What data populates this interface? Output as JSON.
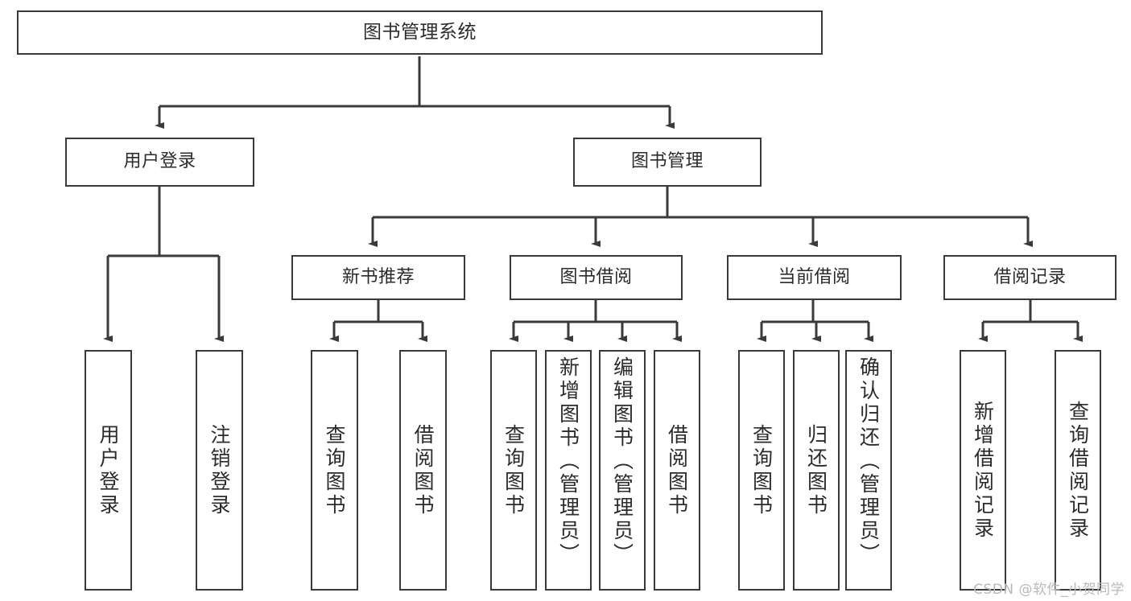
{
  "diagram": {
    "title": "图书管理系统",
    "type": "tree",
    "watermark": "CSDN @软件_小贺同学",
    "colors": {
      "box_border": "#3a3a3a",
      "box_fill": "#ffffff",
      "connector": "#3a3a3a",
      "text": "#2b2b2b",
      "watermark": "#b9b9b9",
      "background": "#ffffff"
    },
    "nodes": {
      "root": {
        "label": "图书管理系统"
      },
      "level1": [
        {
          "id": "user-login",
          "label": "用户登录"
        },
        {
          "id": "book-management",
          "label": "图书管理"
        }
      ],
      "level2": [
        {
          "id": "new-book-recommend",
          "label": "新书推荐"
        },
        {
          "id": "book-borrow",
          "label": "图书借阅"
        },
        {
          "id": "current-borrow",
          "label": "当前借阅"
        },
        {
          "id": "borrow-record",
          "label": "借阅记录"
        }
      ],
      "leaves": {
        "user-login": [
          {
            "id": "leaf-user-login",
            "label": "用户登录"
          },
          {
            "id": "leaf-logout-login",
            "label": "注销登录"
          }
        ],
        "new-book-recommend": [
          {
            "id": "leaf-query-book-1",
            "label": "查询图书"
          },
          {
            "id": "leaf-borrow-book-1",
            "label": "借阅图书"
          }
        ],
        "book-borrow": [
          {
            "id": "leaf-query-book-2",
            "label": "查询图书"
          },
          {
            "id": "leaf-add-book",
            "label": "新增图书（管理员）"
          },
          {
            "id": "leaf-edit-book",
            "label": "编辑图书（管理员）"
          },
          {
            "id": "leaf-borrow-book-2",
            "label": "借阅图书"
          }
        ],
        "current-borrow": [
          {
            "id": "leaf-query-book-3",
            "label": "查询图书"
          },
          {
            "id": "leaf-return-book",
            "label": "归还图书"
          },
          {
            "id": "leaf-confirm-return",
            "label": "确认归还（管理员）"
          }
        ],
        "borrow-record": [
          {
            "id": "leaf-add-record",
            "label": "新增借阅记录"
          },
          {
            "id": "leaf-query-record",
            "label": "查询借阅记录"
          }
        ]
      }
    }
  }
}
